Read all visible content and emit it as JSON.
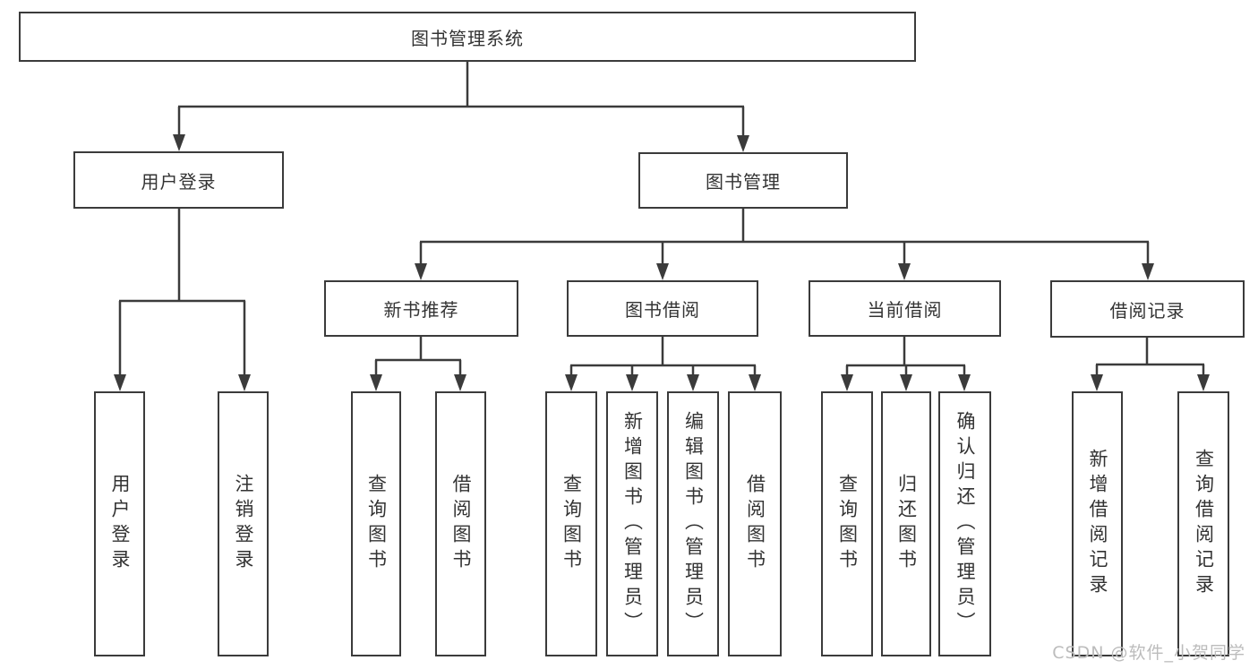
{
  "colors": {
    "line": "#3b3b3b",
    "box_border": "#3b3b3b",
    "text": "#333333",
    "background": "#ffffff",
    "watermark": "#bcbcbc"
  },
  "watermark": {
    "text": "CSDN @软件_小贺同学"
  },
  "tree": {
    "root": {
      "label": "图书管理系统"
    },
    "level2": [
      {
        "label": "用户登录"
      },
      {
        "label": "图书管理"
      }
    ],
    "level3": [
      {
        "label": "新书推荐"
      },
      {
        "label": "图书借阅"
      },
      {
        "label": "当前借阅"
      },
      {
        "label": "借阅记录"
      }
    ],
    "leaves": {
      "user_login": [
        {
          "label": "用户登录"
        },
        {
          "label": "注销登录"
        }
      ],
      "new_book_recommend": [
        {
          "label": "查询图书"
        },
        {
          "label": "借阅图书"
        }
      ],
      "book_borrow": [
        {
          "label": "查询图书"
        },
        {
          "label": "新增图书（管理员）"
        },
        {
          "label": "编辑图书（管理员）"
        },
        {
          "label": "借阅图书"
        }
      ],
      "current_borrow": [
        {
          "label": "查询图书"
        },
        {
          "label": "归还图书"
        },
        {
          "label": "确认归还（管理员）"
        }
      ],
      "borrow_records": [
        {
          "label": "新增借阅记录"
        },
        {
          "label": "查询借阅记录"
        }
      ]
    }
  }
}
